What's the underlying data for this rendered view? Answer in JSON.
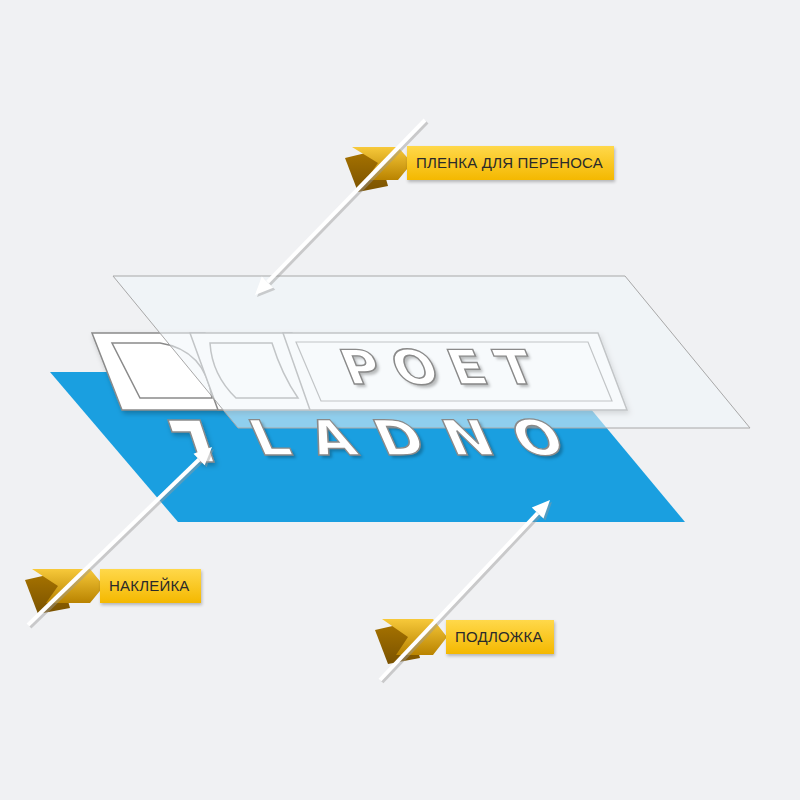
{
  "diagram": {
    "nodes": [
      {
        "text": [
          "ПЛЕНКА ДЛЯ ПЕРЕНОСА"
        ]
      },
      {
        "text": [
          "НАКЛЕЙКА"
        ]
      },
      {
        "text": [
          "ПОДЛОЖКА"
        ]
      }
    ],
    "labels": [
      "POET",
      "LADNO"
    ]
  }
}
